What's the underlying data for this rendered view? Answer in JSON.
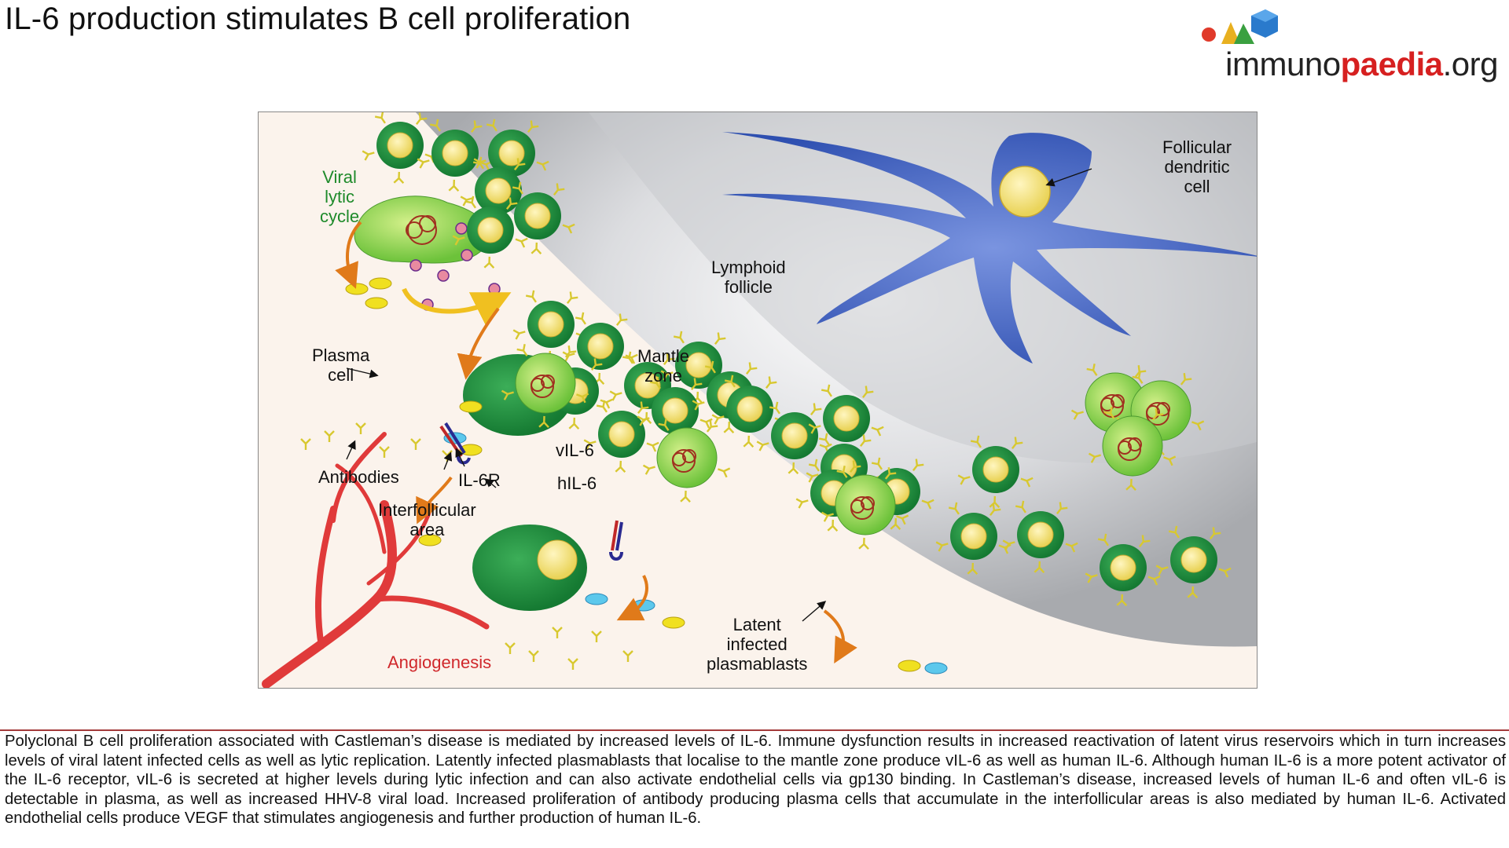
{
  "header": {
    "title": "IL-6 production stimulates B cell proliferation"
  },
  "logo": {
    "part1": "immuno",
    "part2": "paedia",
    "part3": ".org"
  },
  "figure": {
    "labels": {
      "viral_lytic_cycle": [
        "Viral",
        "lytic",
        "cycle"
      ],
      "follicular_dendritic_cell": [
        "Follicular",
        "dendritic",
        "cell"
      ],
      "lymphoid_follicle": [
        "Lymphoid",
        "follicle"
      ],
      "plasma_cell": [
        "Plasma",
        "cell"
      ],
      "mantle_zone": [
        "Mantle",
        "zone"
      ],
      "vil6": "vIL-6",
      "il6r": "IL-6R",
      "hil6": "hIL-6",
      "antibodies": "Antibodies",
      "interfollicular_area": [
        "Interfollicular",
        "area"
      ],
      "angiogenesis": "Angiogenesis",
      "latent_infected_plasmablasts": [
        "Latent",
        "infected",
        "plasmablasts"
      ]
    },
    "colors": {
      "b_cell": "#1e8c3c",
      "infected_cell": "#8fd04a",
      "dendritic_cell": "#3a5bb8",
      "nucleus": "#f5e27a",
      "arrow": "#e07a1a",
      "vessel": "#e03a3a",
      "vil6": "#f0e020",
      "hil6": "#5cc8ec"
    }
  },
  "caption": "Polyclonal B cell proliferation associated with Castleman’s disease is mediated by increased levels of IL-6. Immune dysfunction results in increased reactivation of latent virus reservoirs which in turn increases levels of viral latent infected cells as well as lytic replication. Latently infected plasmablasts that localise to the mantle zone produce vIL-6 as well as human IL-6.  Although human IL-6 is a more potent activator of the IL-6 receptor, vIL-6 is secreted at higher levels during lytic infection and can also activate endothelial cells via gp130 binding. In Castleman’s disease, increased levels of human IL-6 and often vIL-6 is detectable in plasma, as well as increased HHV-8 viral load. Increased proliferation of antibody producing plasma cells that accumulate in the interfollicular areas is also mediated by human IL-6. Activated endothelial cells produce VEGF that stimulates angiogenesis and further production of human IL-6."
}
